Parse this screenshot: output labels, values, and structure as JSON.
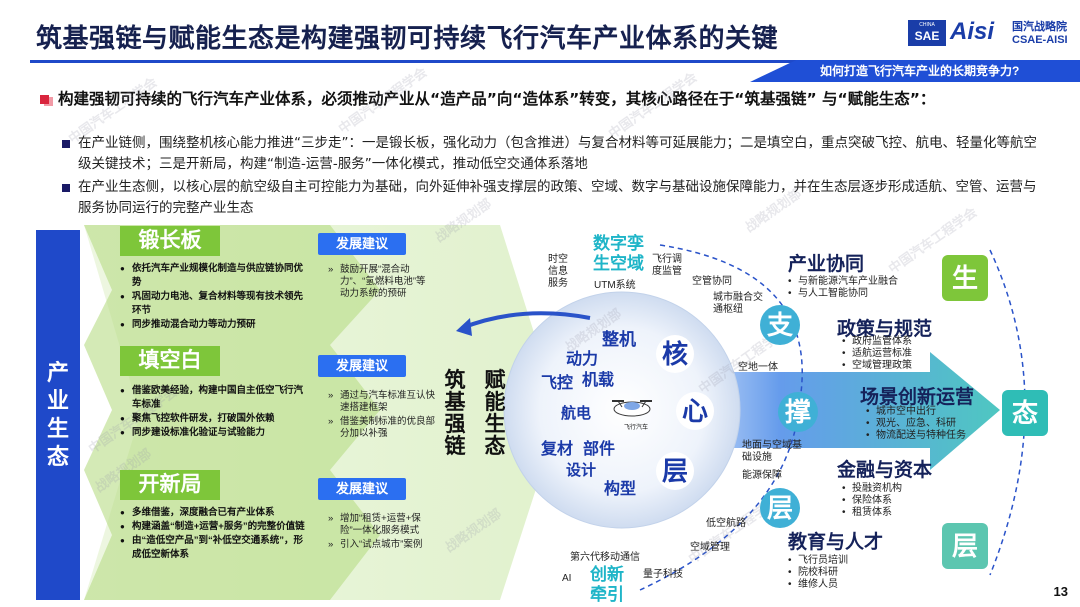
{
  "header": {
    "title": "筑基强链与赋能生态是构建强韧可持续飞行汽车产业体系的关键",
    "question": "如何打造飞行汽车产业的长期竞争力?",
    "logo": {
      "box_top": "CHINA",
      "box_main": "SAE",
      "brand": "Aisi",
      "org_cn": "国汽战略院",
      "org_en": "CSAE-AISI"
    }
  },
  "intro": {
    "main_point": "构建强韧可持续的飞行汽车产业体系，必须推动产业从“造产品”向“造体系”转变，其核心路径在于“筑基强链” 与“赋能生态”：",
    "points": [
      "在产业链侧，围绕整机核心能力推进“三步走”：一是锻长板，强化动力（包含推进）与复合材料等可延展能力；二是填空白，重点突破飞控、航电、轻量化等航空级关键技术；三是开新局，构建“制造-运营-服务”一体化模式，推动低空交通体系落地",
      "在产业生态侧，以核心层的航空级自主可控能力为基础，向外延伸补强支撑层的政策、空域、数字与基础设施保障能力，并在生态层逐步形成适航、空管、运营与服务协同运行的完整产业生态"
    ]
  },
  "left_strip": {
    "label": [
      "产",
      "业",
      "生",
      "态"
    ]
  },
  "chain": {
    "advice_label": "发展建议",
    "steps": [
      {
        "label": "锻长板",
        "items": [
          "依托汽车产业规模化制造与供应链协同优势",
          "巩固动力电池、复合材料等现有技术领先环节",
          "同步推动混合动力等动力预研"
        ],
        "advice": [
          "鼓励开展“混合动力”、“氢燃料电池”等动力系统的预研"
        ]
      },
      {
        "label": "填空白",
        "items": [
          "借鉴欧美经验，构建中国自主低空飞行汽车标准",
          "聚焦飞控软件研发，打破国外依赖",
          "同步建设标准化验证与试验能力"
        ],
        "advice": [
          "通过与汽车标准互认快速搭建框架",
          "借鉴美制标准的优良部分加以补强"
        ]
      },
      {
        "label": "开新局",
        "items": [
          "多维借鉴，深度融合已有产业体系",
          "构建涵盖“制造+运营+服务”的完整价值链",
          "由“造低空产品”到“补低空交通系统”，形成低空新体系"
        ],
        "advice": [
          "增加“租赁+运营+保险”一体化服务模式",
          "引入“试点城市”案例"
        ]
      }
    ],
    "vertical_1": [
      "筑",
      "基",
      "强",
      "链"
    ],
    "vertical_2": [
      "赋",
      "能",
      "生",
      "态"
    ]
  },
  "core": {
    "words": [
      "整机",
      "动力",
      "飞控",
      "机载",
      "航电",
      "复材",
      "部件",
      "设计",
      "构型"
    ],
    "center_chars": [
      "核",
      "心",
      "层"
    ],
    "vehicle_label": "飞行汽车"
  },
  "support": {
    "center_chars": [
      "支",
      "撑",
      "层"
    ],
    "top_big": [
      "数字孪",
      "生空域"
    ],
    "top_items": [
      "时空信息服务",
      "飞行调度监管",
      "UTM系统"
    ],
    "right_items": [
      "空管协同",
      "城市融合交通枢纽",
      "空地一体",
      "地面与空域基础设施",
      "能源保障",
      "低空航路",
      "空域管理"
    ],
    "bottom_items": [
      "第六代移动通信",
      "AI",
      "量子科技"
    ],
    "bottom_big": [
      "创新",
      "牵引"
    ]
  },
  "ecosystem": {
    "center_chars": [
      "生",
      "态",
      "层"
    ],
    "groups": [
      {
        "head": "产业协同",
        "items": [
          "与新能源汽车产业融合",
          "与人工智能协同"
        ]
      },
      {
        "head": "政策与规范",
        "items": [
          "政府监管体系",
          "适航运营标准",
          "空域管理政策"
        ]
      },
      {
        "head": "场景创新运营",
        "items": [
          "城市空中出行",
          "观光、应急、科研",
          "物流配送与特种任务"
        ]
      },
      {
        "head": "金融与资本",
        "items": [
          "投融资机构",
          "保险体系",
          "租赁体系"
        ]
      },
      {
        "head": "教育与人才",
        "items": [
          "飞行员培训",
          "院校科研",
          "维修人员"
        ]
      }
    ]
  },
  "watermarks": [
    "中国汽车工程学会",
    "战略规划部"
  ],
  "page_number": "13",
  "colors": {
    "navy": "#16214f",
    "blue": "#1f49c9",
    "green": "#7ec63a",
    "teal": "#1fb5b0",
    "red": "#d9253d"
  }
}
